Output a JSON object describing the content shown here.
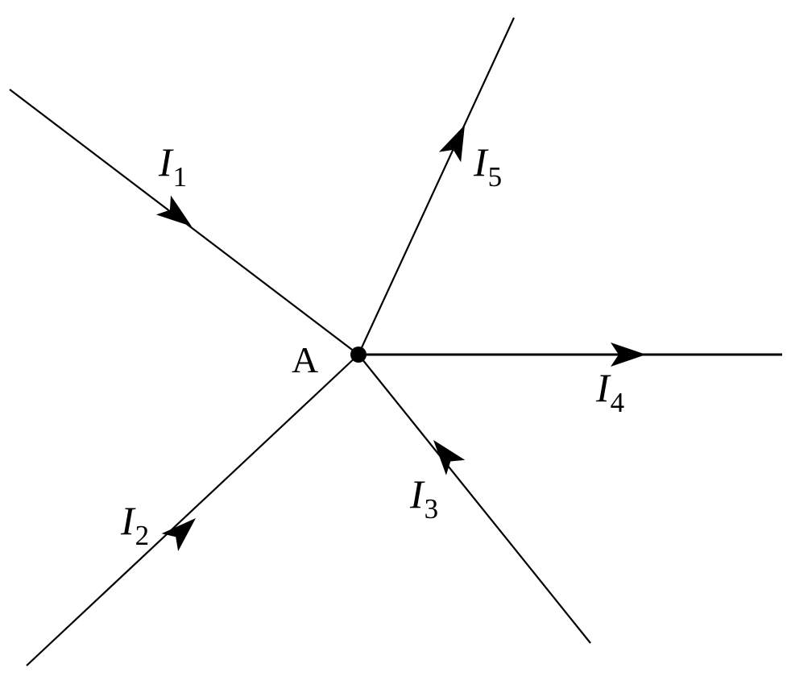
{
  "node": {
    "label": "A"
  },
  "currents": [
    {
      "id": "I1",
      "symbol": "I",
      "subscript": "1",
      "direction": "into-node"
    },
    {
      "id": "I2",
      "symbol": "I",
      "subscript": "2",
      "direction": "into-node"
    },
    {
      "id": "I3",
      "symbol": "I",
      "subscript": "3",
      "direction": "into-node"
    },
    {
      "id": "I4",
      "symbol": "I",
      "subscript": "4",
      "direction": "out-of-node"
    },
    {
      "id": "I5",
      "symbol": "I",
      "subscript": "5",
      "direction": "out-of-node"
    }
  ],
  "colors": {
    "line": "#000000",
    "background": "#ffffff"
  }
}
